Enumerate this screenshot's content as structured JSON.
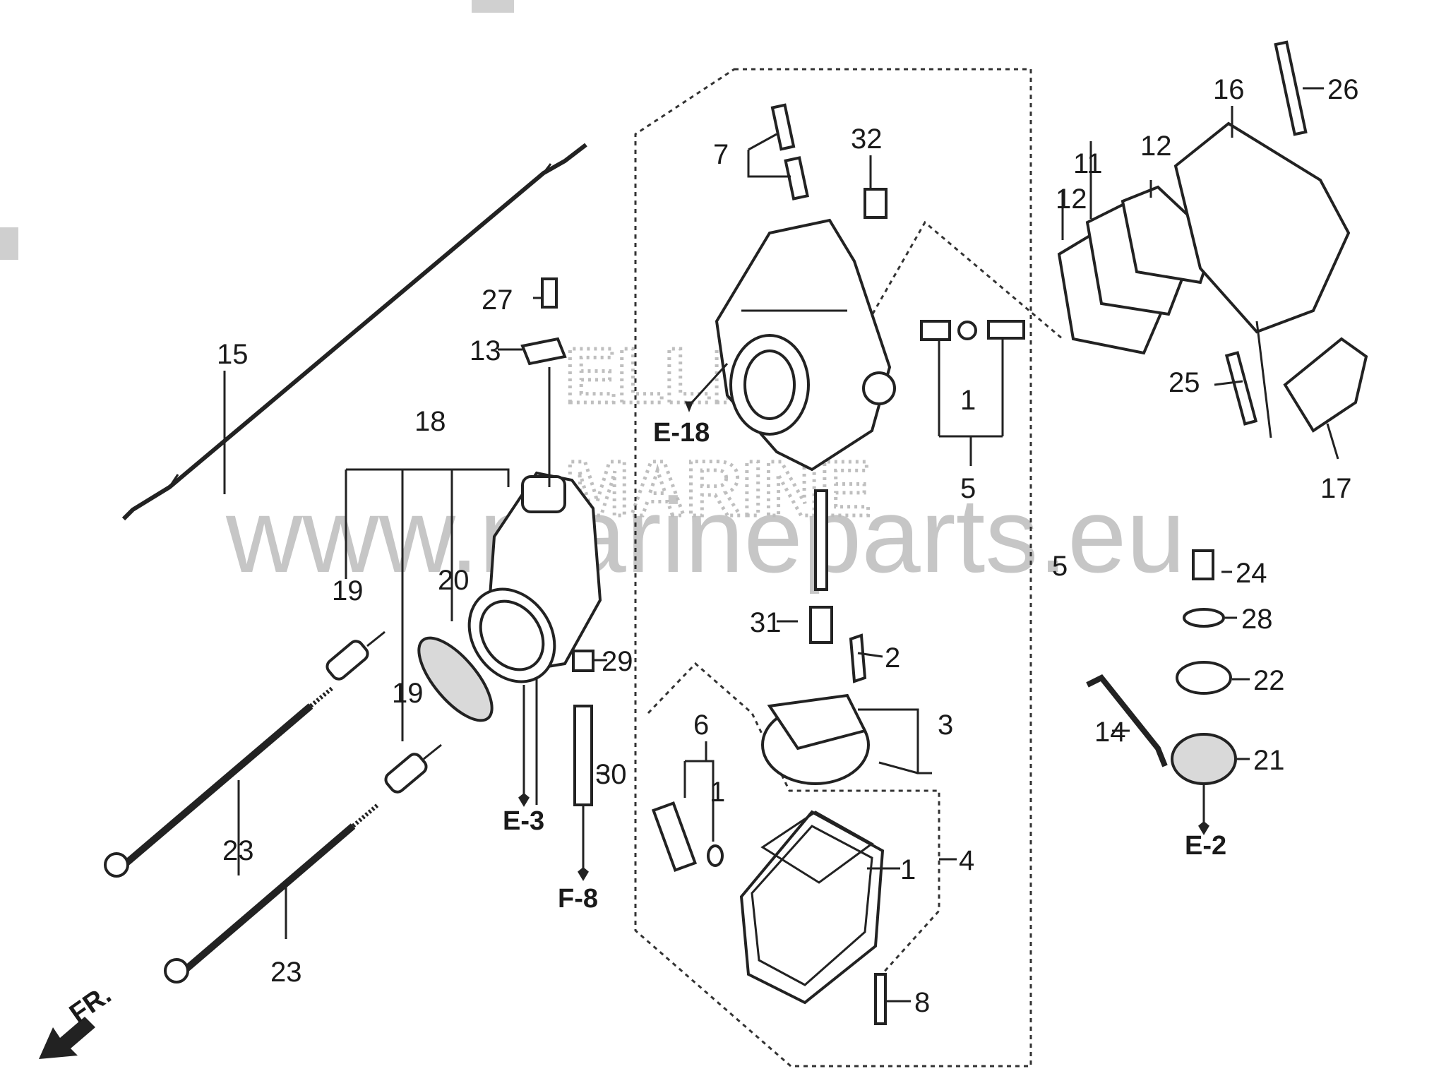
{
  "watermark": {
    "url": "www.marineparts.eu",
    "brand_top": "ELLIOT",
    "brand_bottom": "MARINE"
  },
  "direction_label": "FR.",
  "references": [
    "E-18",
    "E-3",
    "F-8",
    "E-2"
  ],
  "callouts": {
    "c1a": "1",
    "c1b": "1",
    "c1c": "1",
    "c2": "2",
    "c3": "3",
    "c4": "4",
    "c5a": "5",
    "c5b": "5",
    "c6": "6",
    "c7": "7",
    "c8": "8",
    "c11": "11",
    "c12a": "12",
    "c12b": "12",
    "c13": "13",
    "c14": "14",
    "c15": "15",
    "c16": "16",
    "c17": "17",
    "c18": "18",
    "c19a": "19",
    "c19b": "19",
    "c20": "20",
    "c21": "21",
    "c22": "22",
    "c23a": "23",
    "c23b": "23",
    "c24": "24",
    "c25": "25",
    "c26": "26",
    "c27": "27",
    "c28": "28",
    "c29": "29",
    "c30": "30",
    "c31": "31",
    "c32": "32"
  },
  "colors": {
    "ink": "#1a1a1a",
    "watermark": "#bdbdbd"
  }
}
